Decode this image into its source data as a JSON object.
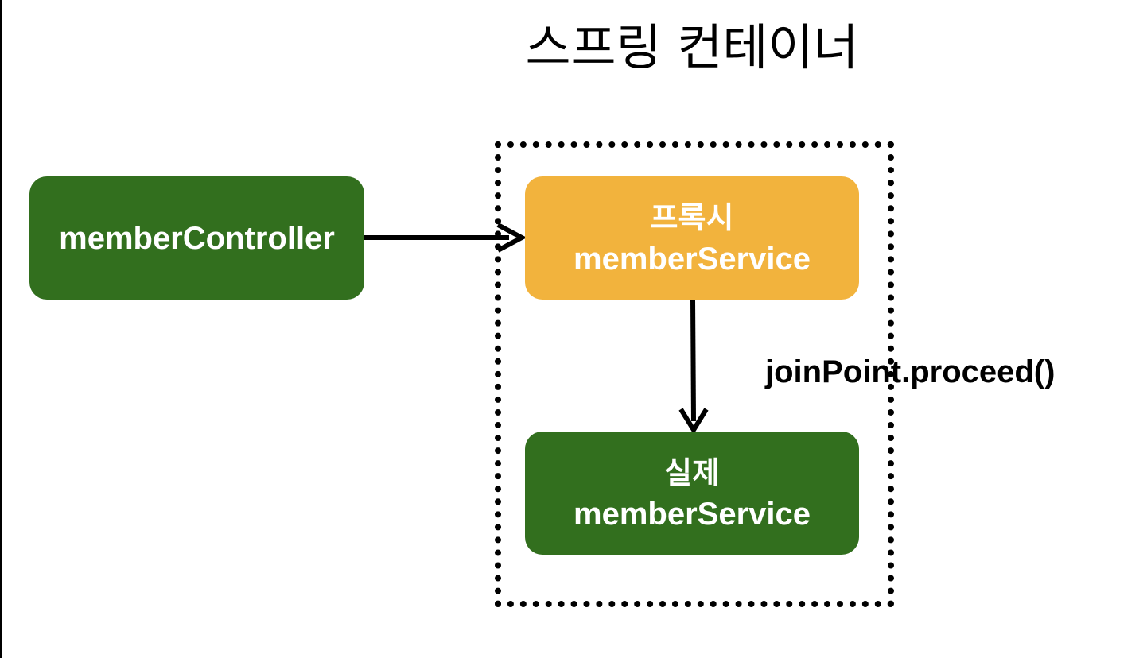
{
  "title": "스프링 컨테이너",
  "nodes": {
    "controller": {
      "label": "memberController"
    },
    "proxy": {
      "line1": "프록시",
      "line2": "memberService"
    },
    "real": {
      "line1": "실제",
      "line2": "memberService"
    }
  },
  "edges": {
    "proxy_to_real": {
      "label": "joinPoint.proceed()"
    }
  },
  "colors": {
    "green": "#326f1e",
    "orange": "#f2b33d",
    "stroke": "#000000"
  }
}
